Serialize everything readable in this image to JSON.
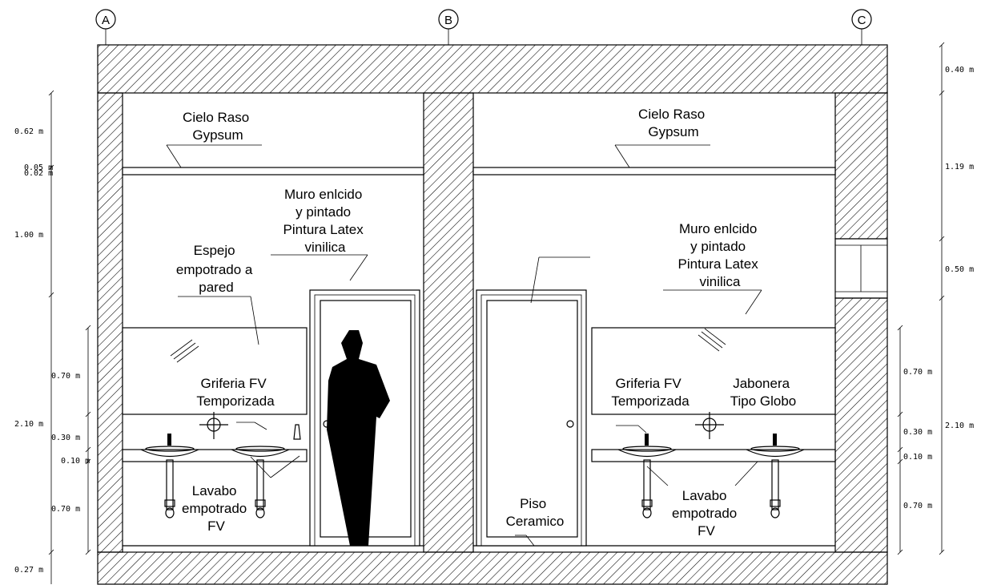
{
  "axes": [
    "A",
    "B",
    "C"
  ],
  "labels": {
    "cielo_left": [
      "Cielo Raso",
      "Gypsum"
    ],
    "cielo_right": [
      "Cielo Raso",
      "Gypsum"
    ],
    "muro_left": [
      "Muro enlcido",
      "y pintado",
      "Pintura Latex",
      "vinilica"
    ],
    "muro_right": [
      "Muro enlcido",
      "y pintado",
      "Pintura Latex",
      "vinilica"
    ],
    "espejo": [
      "Espejo",
      "empotrado a",
      "pared"
    ],
    "griferia_left": [
      "Griferia FV",
      "Temporizada"
    ],
    "griferia_right": [
      "Griferia FV",
      "Temporizada"
    ],
    "jabonera": [
      "Jabonera",
      "Tipo Globo"
    ],
    "lavabo_left": [
      "Lavabo",
      "empotrado",
      "FV"
    ],
    "lavabo_right": [
      "Lavabo",
      "empotrado",
      "FV"
    ],
    "piso": [
      "Piso",
      "Ceramico"
    ]
  },
  "dims_left": [
    "0.62  m",
    "0.05 m",
    "0.02  m",
    "1.00  m",
    "0.70  m",
    "2.10  m",
    "0.30  m",
    "0.10  m",
    "0.70  m",
    "0.27  m"
  ],
  "dims_right": [
    "0.40  m",
    "1.19  m",
    "0.50  m",
    "0.70  m",
    "2.10  m",
    "0.30  m",
    "0.10  m",
    "0.70  m"
  ]
}
